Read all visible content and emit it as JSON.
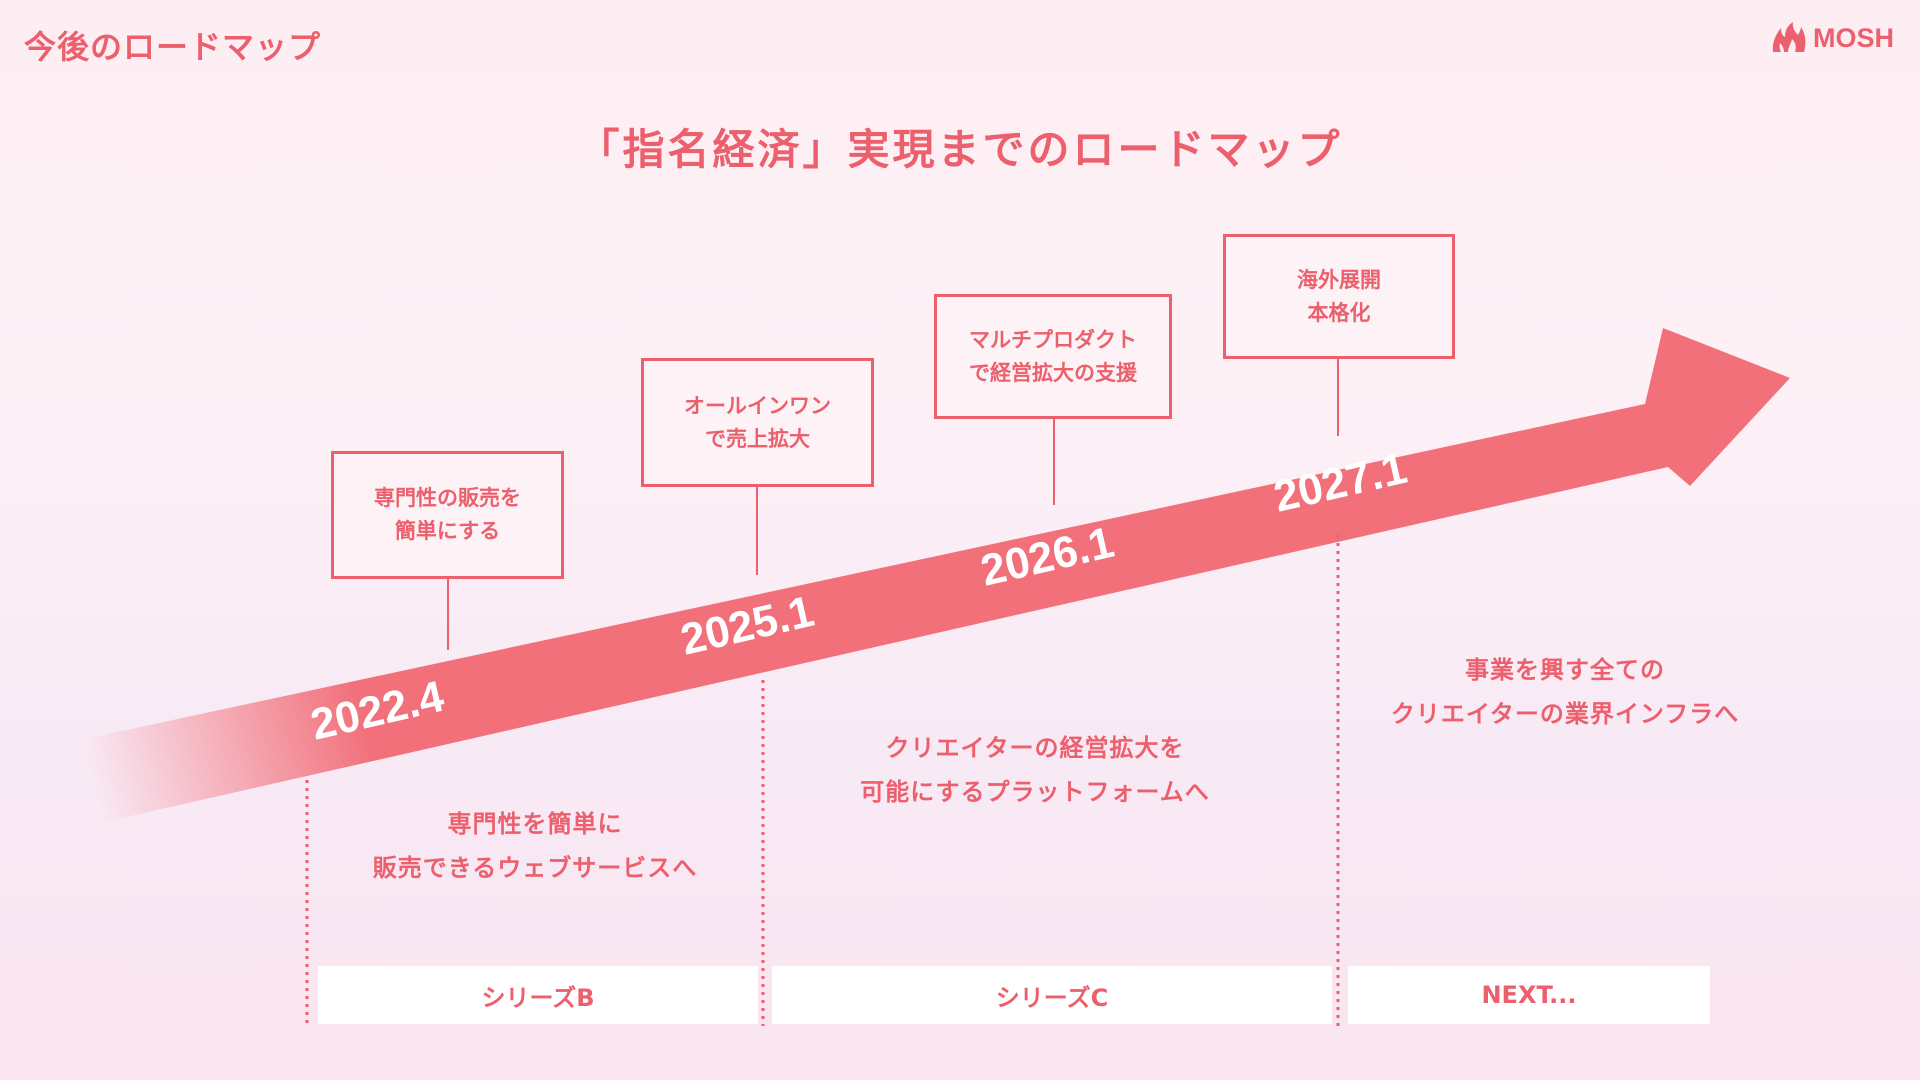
{
  "header": {
    "page_title": "今後のロードマップ",
    "logo_text": "MOSH",
    "logo_icon": "flame-icon"
  },
  "main_title": "「指名経済」実現までのロードマップ",
  "milestones": [
    {
      "date": "2022.4",
      "lines": [
        "専門性の販売を",
        "簡単にする"
      ]
    },
    {
      "date": "2025.1",
      "lines": [
        "オールインワン",
        "で売上拡大"
      ]
    },
    {
      "date": "2026.1",
      "lines": [
        "マルチプロダクト",
        "で経営拡大の支援"
      ]
    },
    {
      "date": "2027.1",
      "lines": [
        "海外展開",
        "本格化"
      ]
    }
  ],
  "phases": [
    {
      "label": "シリーズB",
      "lines": [
        "専門性を簡単に",
        "販売できるウェブサービスへ"
      ]
    },
    {
      "label": "シリーズC",
      "lines": [
        "クリエイターの経営拡大を",
        "可能にするプラットフォームへ"
      ]
    },
    {
      "label": "NEXT...",
      "lines": [
        "事業を興す全ての",
        "クリエイターの業界インフラへ"
      ]
    }
  ],
  "colors": {
    "accent": "#ec5f6c",
    "arrow": "#f2707a",
    "label_bg": "#ffffff"
  }
}
